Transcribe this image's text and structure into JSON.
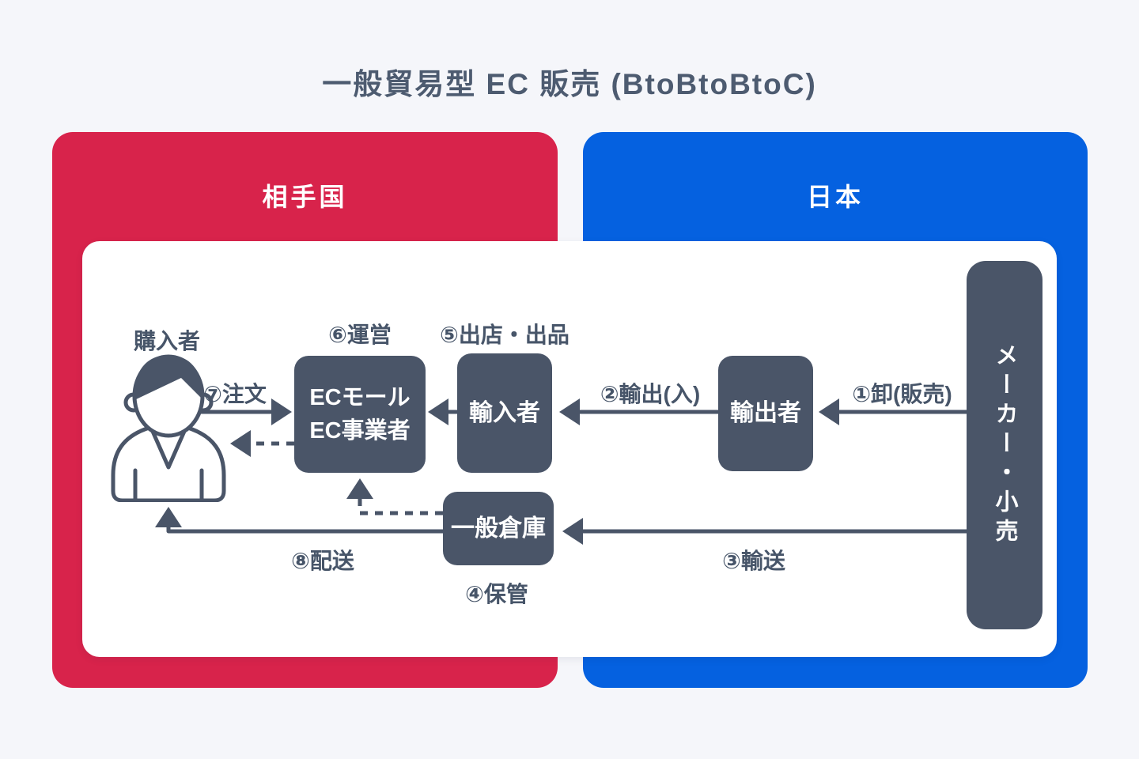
{
  "title": "一般貿易型 EC 販売 (BtoBtoBtoC)",
  "panels": {
    "partner_country": {
      "label": "相手国",
      "color": "#D8234B"
    },
    "japan": {
      "label": "日本",
      "color": "#0561E0"
    }
  },
  "nodes": {
    "buyer": {
      "label": "購入者"
    },
    "ec_mall": {
      "line1": "ECモール",
      "line2": "EC事業者"
    },
    "importer": {
      "label": "輸入者"
    },
    "exporter": {
      "label": "輸出者"
    },
    "maker_retail": {
      "label": "メーカー・小売"
    },
    "warehouse": {
      "label": "一般倉庫"
    }
  },
  "flow_labels": {
    "step1": "①卸(販売)",
    "step2": "②輸出(入)",
    "step3": "③輸送",
    "step4": "④保管",
    "step5": "⑤出店・出品",
    "step6": "⑥運営",
    "step7": "⑦注文",
    "step8": "⑧配送"
  },
  "colors": {
    "background": "#F5F6FA",
    "card": "#FFFFFF",
    "node_fill": "#4A5568",
    "accent_red": "#D8234B",
    "accent_blue": "#0561E0",
    "text_slate": "#475569"
  }
}
